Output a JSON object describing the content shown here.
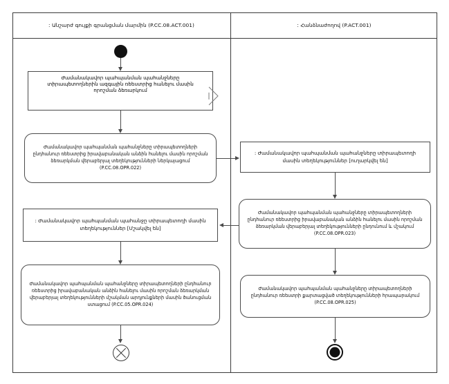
{
  "diagram": {
    "type": "uml-activity-diagram",
    "lanes": [
      {
        "id": "left",
        "title": ": Անշարժ գույքի գրանցման մարմին  (P.CC.08.ACT.001)"
      },
      {
        "id": "right",
        "title": ": Հանձնաժողով (P.ACT.001)"
      }
    ],
    "nodes": {
      "initial": {
        "kind": "initial-node",
        "lane": "left"
      },
      "note1": {
        "kind": "note",
        "lane": "left",
        "text": "Ժամանակավոր պահպանման պահանջները տիրապետողներին ազգային ռեեստրից հանելու մասին որոշման ձեռարկում"
      },
      "send_signal_icon": {
        "kind": "send-signal-icon",
        "lane": "left"
      },
      "action_022": {
        "kind": "action",
        "lane": "left",
        "text": "Ժամանակավոր պահպանման պահանջները տիրապետողների ընդհանուր ռեեստրից իրավաբանական անձին հանելու մասին որոշման ձեռարկման վերաբերյալ տեղեկությունների ներկայացում (P.CC.08.OPR.022)"
      },
      "object_received": {
        "kind": "object-node",
        "lane": "left",
        "text": ": Ժամանակավոր պահպանման պահանջը տիրապետողի մասին տեղեկություններ [Մշակվել են]"
      },
      "action_024": {
        "kind": "action",
        "lane": "left",
        "text": "Ժամանակավոր պահպանման պահանջները տիրապետողների ընդհանուր ռեեստրից իրավաբանական անձին հանելու մասին որոշման ձեռարկման վերաբերյալ տեղեկությունների մշակման  արդյունքների մասին ծանուցման ստացում (P.CC.05.OPR.024)"
      },
      "flow_final": {
        "kind": "flow-final-node",
        "lane": "left"
      },
      "object_sent": {
        "kind": "object-node",
        "lane": "right",
        "text": ": Ժամանակավոր պահպանման պահանջները տիրապետողի մասին տեղեկություններ [ուղարկվել են]"
      },
      "action_023": {
        "kind": "action",
        "lane": "right",
        "text": "Ժամանակավոր պահպանման պահանջները տիրապետողների ընդհանուր ռեեստրից իրավաբանական անձին հանելու մասին որոշման ձեռարկման վերաբերյալ տեղեկությունների ընդունում և մշակում (P.CC.08.OPR.023)"
      },
      "action_025": {
        "kind": "action",
        "lane": "right",
        "text": "Ժամանակավոր պահպանման պահանջները տիրապետողների ընդհանուր ռեեստրի քարտացված տեղեկությունների հրապարակում (P.CC.08.OPR.025)"
      },
      "activity_final": {
        "kind": "activity-final-node",
        "lane": "right"
      }
    },
    "colors": {
      "stroke": "#4a4a4a",
      "frame": "#3a3a3a",
      "text": "#111111",
      "background": "#ffffff",
      "fill_solid": "#111111"
    }
  }
}
